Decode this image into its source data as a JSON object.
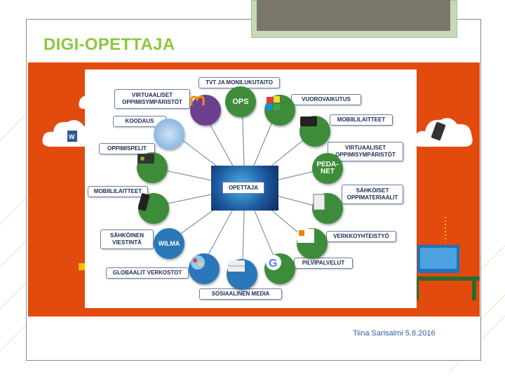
{
  "slide": {
    "title": "DIGI-OPETTAJA",
    "footer": "Tiina Sarisalmi 5.8.2016"
  },
  "diagram": {
    "center": "OPETTAJA",
    "labels": {
      "tvt": "TVT JA MONILUKUTAITO",
      "virt_left": "VIRTUAALISET OPPIMISYMPÄRISTÖT",
      "koodaus": "KOODAUS",
      "oppimispelit": "OPPIMISPELIT",
      "mobiili_left": "MOBIILILAITTEET",
      "sahkoinen_viestinta": "SÄHKÖINEN VIESTINTÄ",
      "globaalit": "GLOBAALIT VERKOSTOT",
      "sosiaalinen": "SOSIAALINEN MEDIA",
      "vuorovaikutus": "VUOROVAIKUTUS",
      "mobiili_right": "MOBIILILAITTEET",
      "virt_right": "VIRTUAALISET OPPIMISYMPÄRISTÖT",
      "sahkoiset_materiaalit": "SÄHKÖISET OPPIMATERIAALIT",
      "verkkoyhteistyo": "VERKKOYHTEISTYÖ",
      "pilvipalvelut": "PILVIPALVELUT"
    },
    "nodes": {
      "ops": "OPS",
      "pedanet": "PEDA-\nNET",
      "wilma": "WILMA"
    }
  },
  "colors": {
    "title": "#8fc641",
    "band": "#e34a0e",
    "footer": "#2a5f9e"
  }
}
